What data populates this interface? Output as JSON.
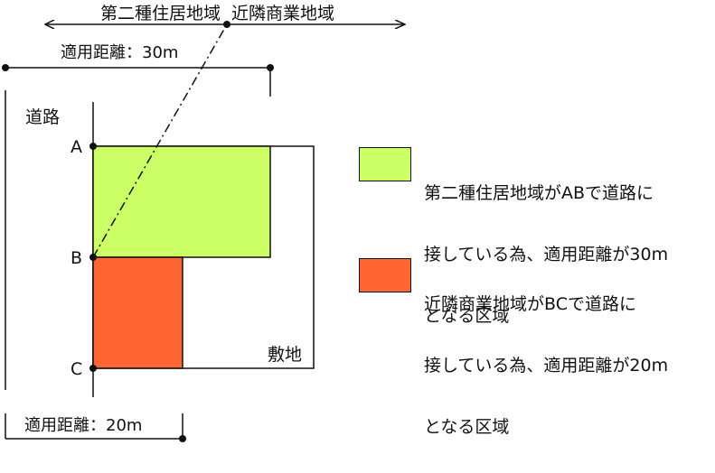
{
  "diagram": {
    "zone_line_labels": {
      "left": "第二種住居地域",
      "right": "近隣商業地域"
    },
    "distance_top": "適用距離：30m",
    "distance_bottom": "適用距離：20m",
    "road_label": "道路",
    "point_a": "A",
    "point_b": "B",
    "point_c": "C",
    "site_label": "敷地"
  },
  "legend": [
    {
      "color": "#ccff66",
      "lines": [
        "第二種住居地域がABで道路に",
        "接している為、適用距離が30m",
        "となる区域"
      ]
    },
    {
      "color": "#ff6633",
      "lines": [
        "近隣商業地域がBCで道路に",
        "接している為、適用距離が20m",
        "となる区域"
      ]
    }
  ]
}
